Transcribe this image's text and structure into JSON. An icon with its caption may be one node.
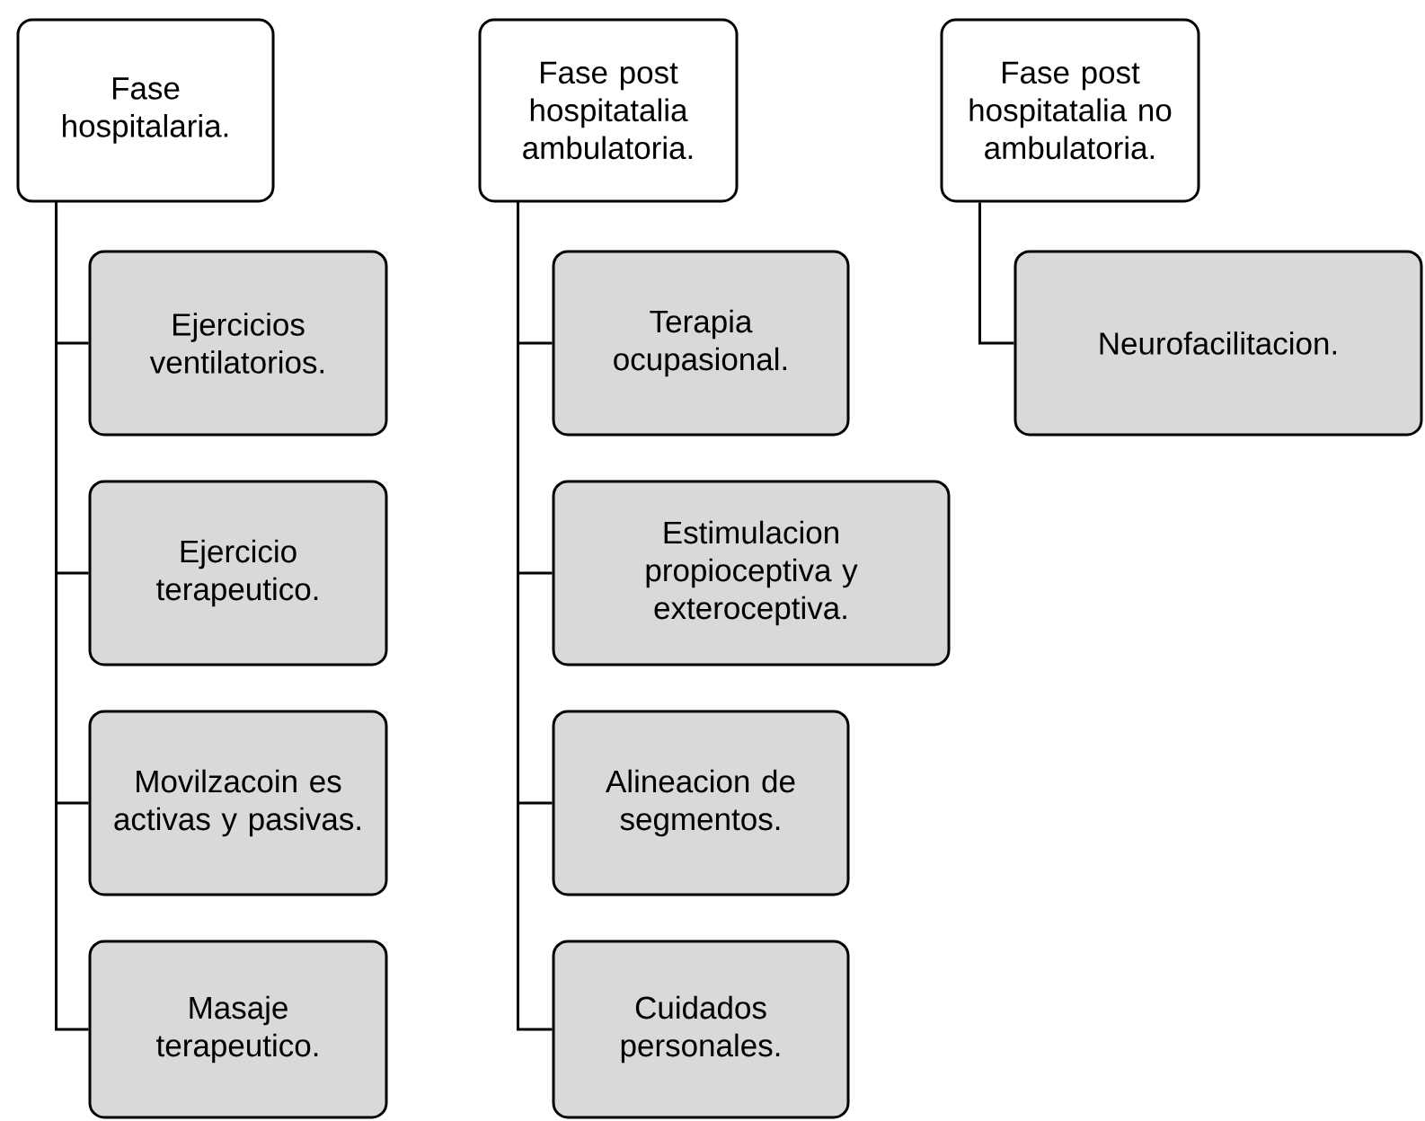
{
  "diagram": {
    "nodes": [
      {
        "text": [
          "Fase hospitalaria."
        ]
      },
      {
        "text": [
          "Ejercicios ventilatorios."
        ]
      },
      {
        "text": [
          "Ejercicio terapeutico."
        ]
      },
      {
        "text": [
          "Movilzacoin es activas y pasivas."
        ]
      },
      {
        "text": [
          "Masaje terapeutico."
        ]
      },
      {
        "text": [
          "Fase post hospitatalia ambulatoria."
        ]
      },
      {
        "text": [
          "Terapia ocupasional."
        ]
      },
      {
        "text": [
          "Estimulacion propioceptiva y exteroceptiva."
        ]
      },
      {
        "text": [
          "Alineacion de segmentos."
        ]
      },
      {
        "text": [
          "Cuidados personales."
        ]
      },
      {
        "text": [
          "Fase post hospitatalia no ambulatoria."
        ]
      },
      {
        "text": [
          "Neurofacilitacion."
        ]
      }
    ],
    "edges": [
      {
        "from": 0,
        "to": 1,
        "arrow": "none"
      },
      {
        "from": 0,
        "to": 2,
        "arrow": "none"
      },
      {
        "from": 0,
        "to": 3,
        "arrow": "none"
      },
      {
        "from": 0,
        "to": 4,
        "arrow": "none"
      },
      {
        "from": 5,
        "to": 6,
        "arrow": "none"
      },
      {
        "from": 5,
        "to": 7,
        "arrow": "none"
      },
      {
        "from": 5,
        "to": 8,
        "arrow": "none"
      },
      {
        "from": 5,
        "to": 9,
        "arrow": "none"
      },
      {
        "from": 10,
        "to": 11,
        "arrow": "none"
      }
    ]
  }
}
